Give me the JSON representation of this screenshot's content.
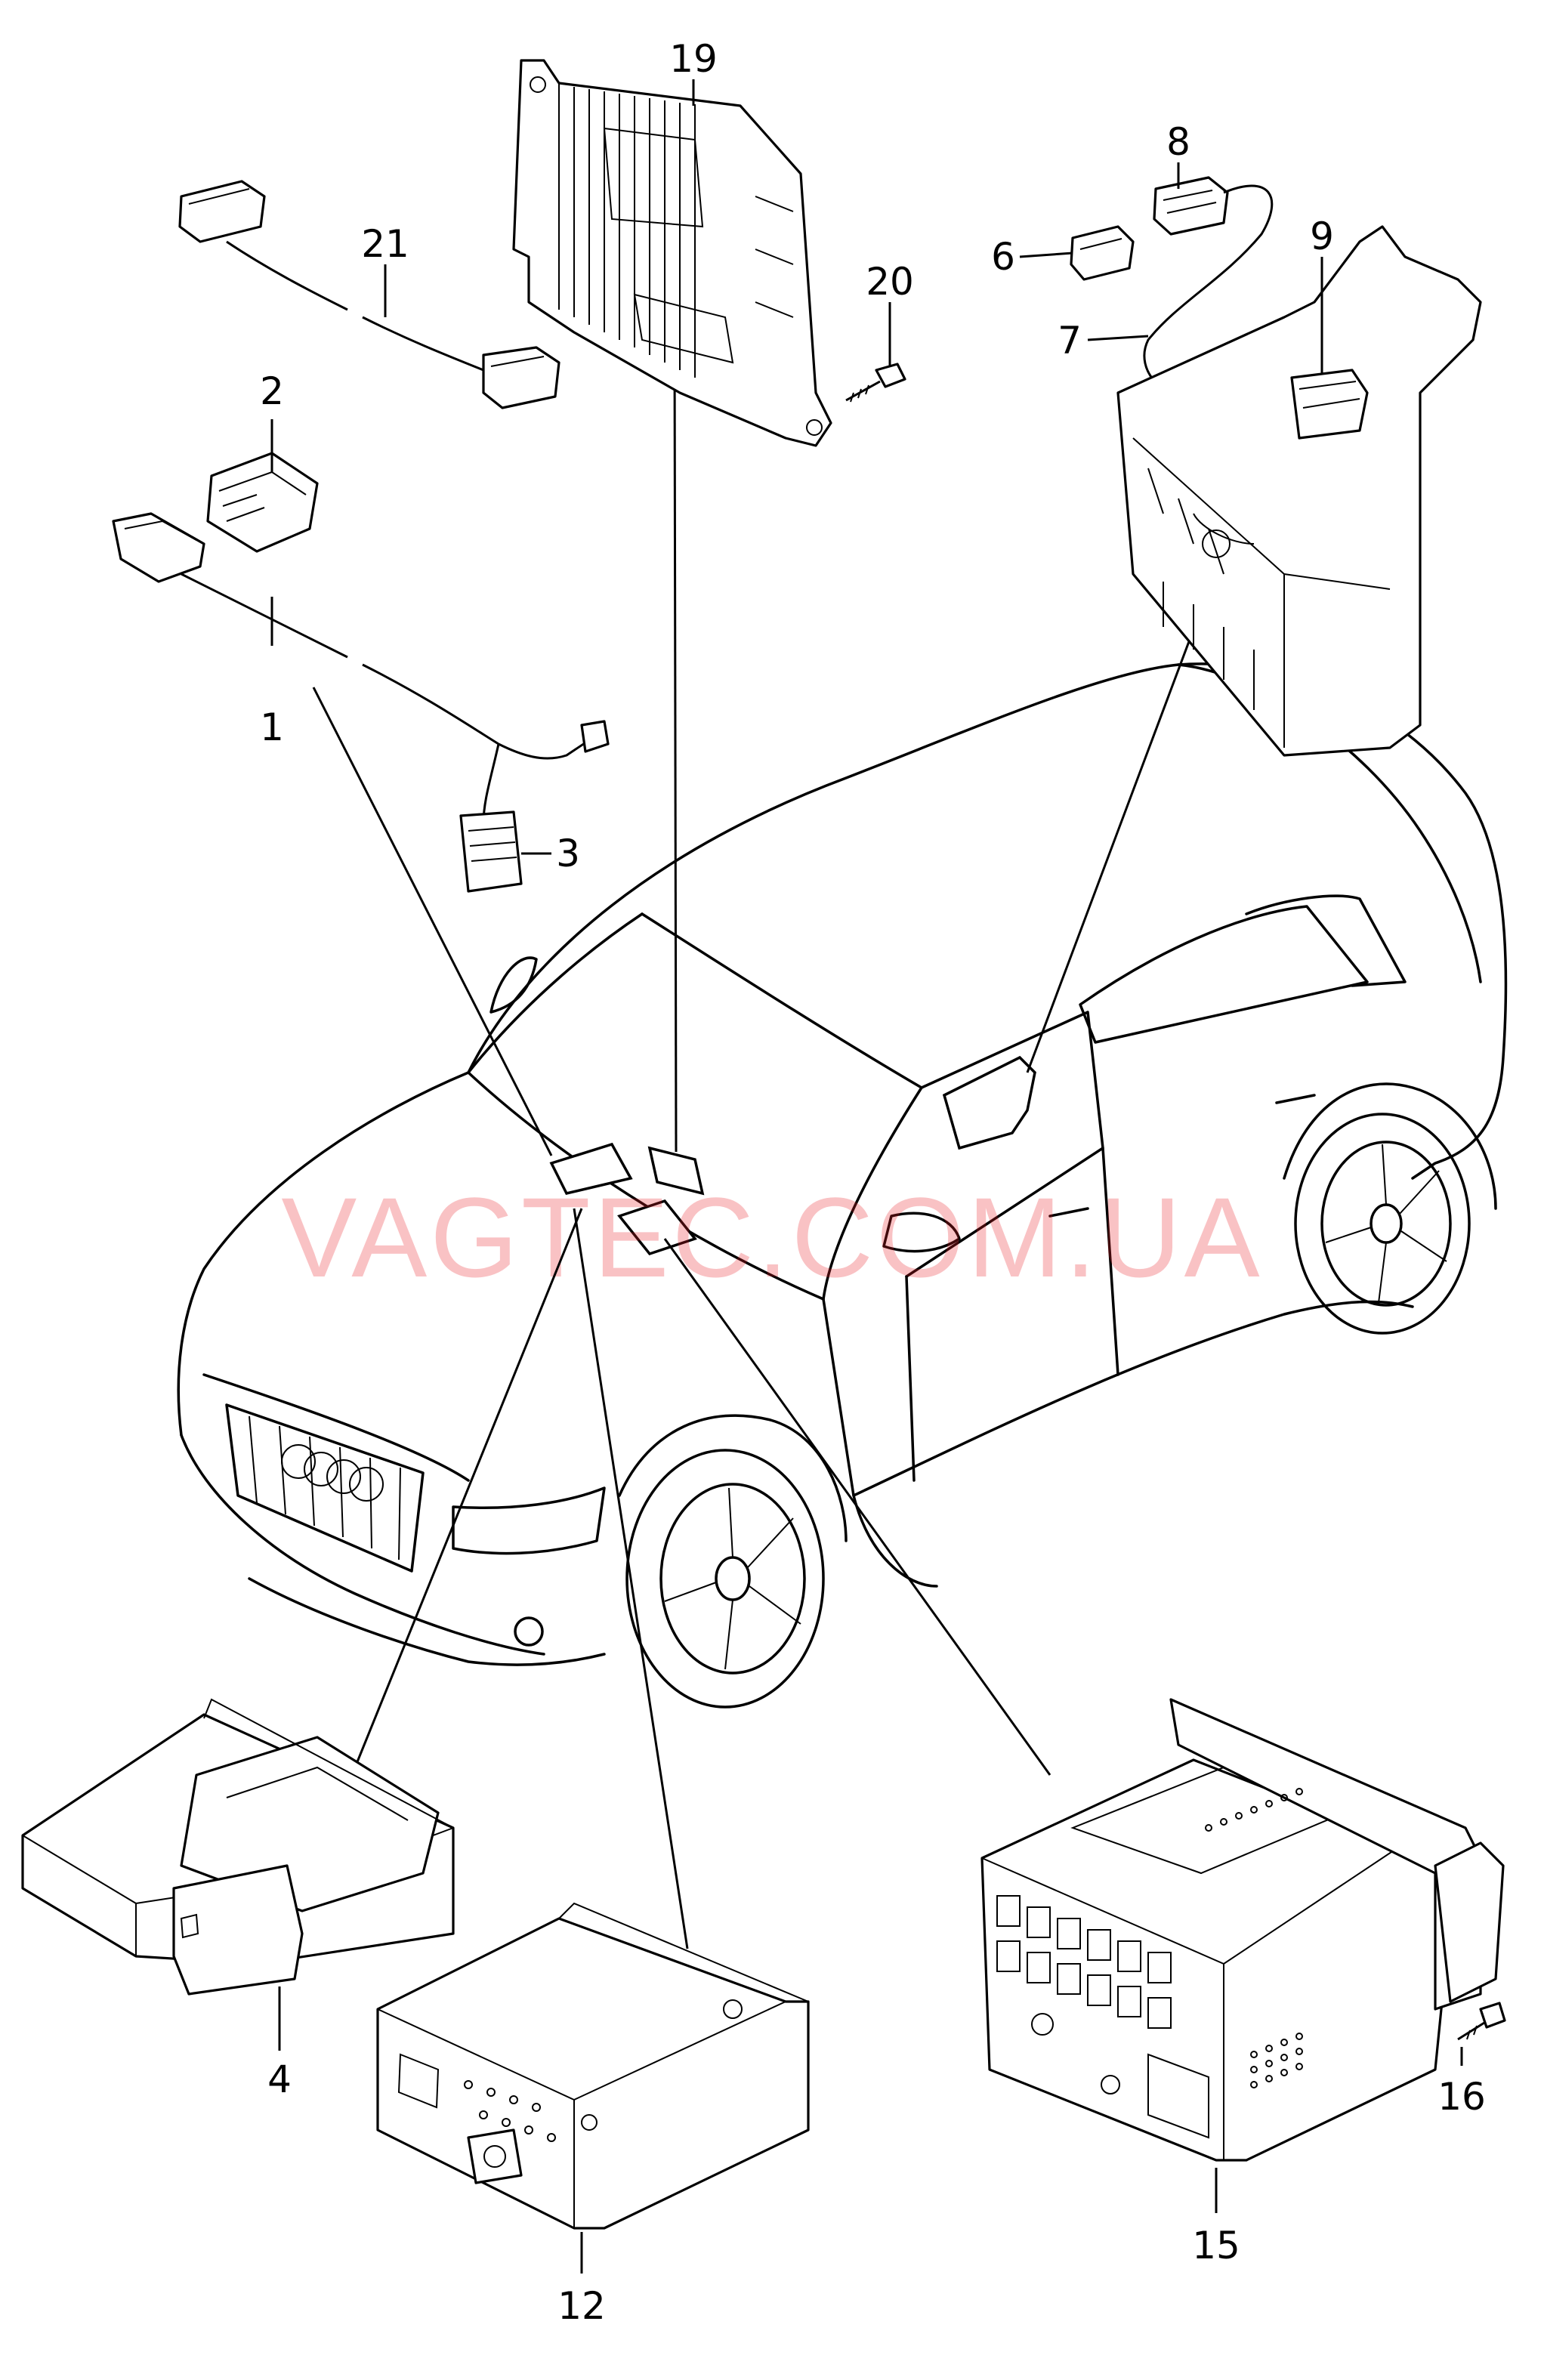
{
  "diagram": {
    "watermark": "VAGTEC.COM.UA",
    "callouts": [
      {
        "id": "1",
        "text": "1"
      },
      {
        "id": "2",
        "text": "2"
      },
      {
        "id": "3",
        "text": "3"
      },
      {
        "id": "4",
        "text": "4"
      },
      {
        "id": "6",
        "text": "6"
      },
      {
        "id": "7",
        "text": "7"
      },
      {
        "id": "8",
        "text": "8"
      },
      {
        "id": "9",
        "text": "9"
      },
      {
        "id": "12",
        "text": "12"
      },
      {
        "id": "15",
        "text": "15"
      },
      {
        "id": "16",
        "text": "16"
      },
      {
        "id": "19",
        "text": "19"
      },
      {
        "id": "20",
        "text": "20"
      },
      {
        "id": "21",
        "text": "21"
      }
    ]
  }
}
